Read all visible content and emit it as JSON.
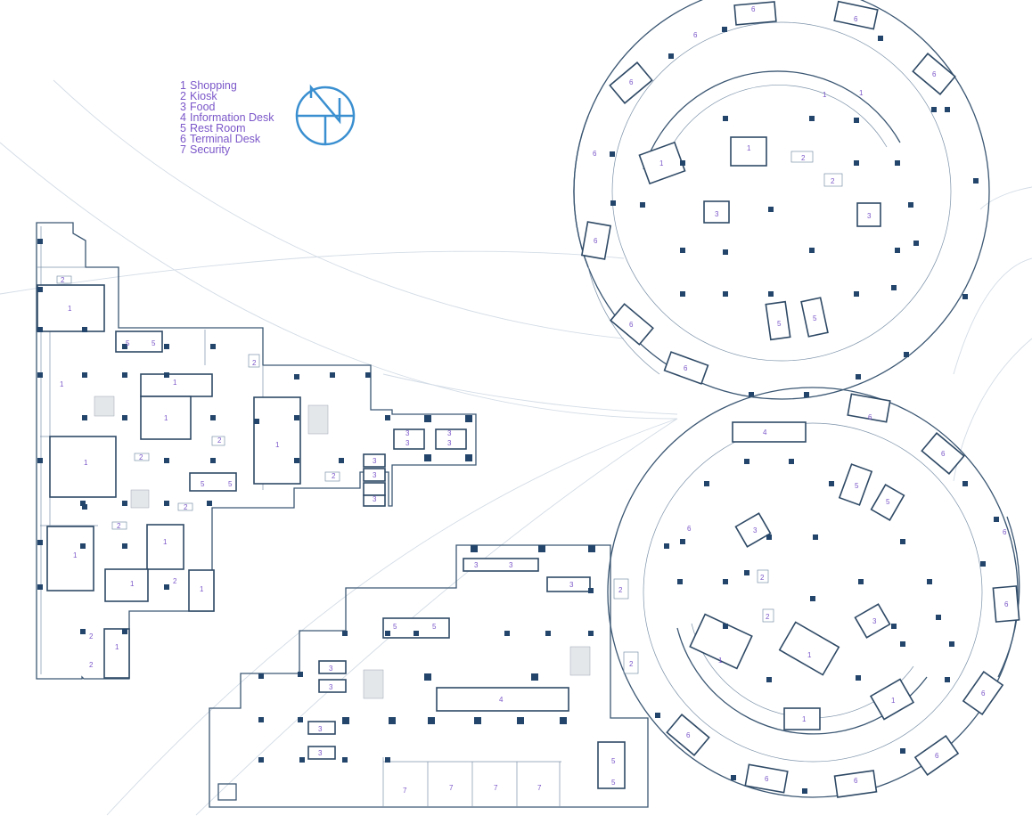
{
  "legend": {
    "items": [
      {
        "number": "1",
        "label": "Shopping"
      },
      {
        "number": "2",
        "label": "Kiosk"
      },
      {
        "number": "3",
        "label": "Food"
      },
      {
        "number": "4",
        "label": "Information Desk"
      },
      {
        "number": "5",
        "label": "Rest Room"
      },
      {
        "number": "6",
        "label": "Terminal Desk"
      },
      {
        "number": "7",
        "label": "Security"
      }
    ],
    "text_color": "#7b57c9"
  },
  "north_arrow": {
    "icon": "north-arrow-icon",
    "color": "#3a8fd0"
  },
  "plan_colors": {
    "walls": "#3b5773",
    "columns": "#23456b",
    "labels": "#7b57c9"
  },
  "room_labels": {
    "shopping": "1",
    "kiosk": "2",
    "food": "3",
    "information_desk": "4",
    "rest_room": "5",
    "terminal_desk": "6",
    "security": "7"
  }
}
